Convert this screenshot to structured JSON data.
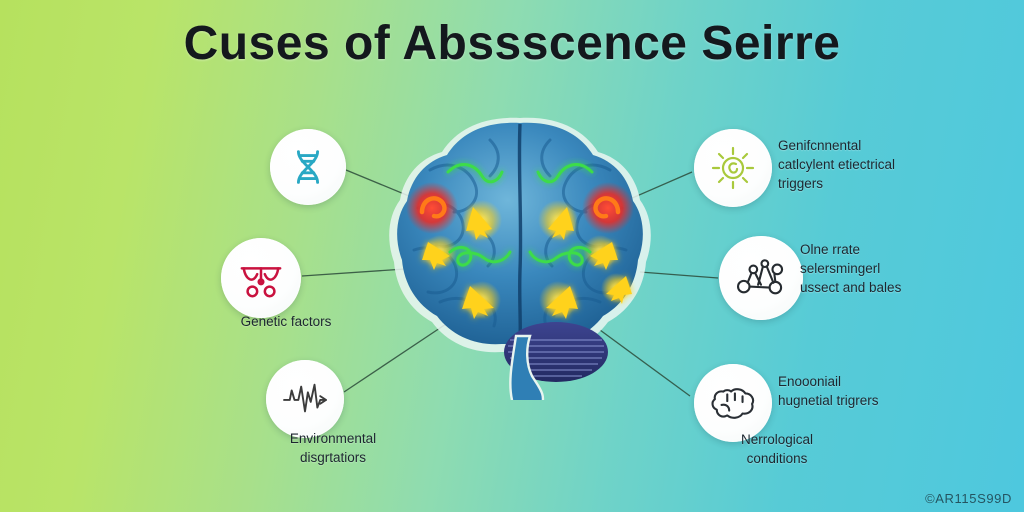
{
  "title": "Cuses of Abssscence Seirre",
  "watermark": "©AR115S99D",
  "background": {
    "left_color": "#b6e15e",
    "right_color": "#4ec8de",
    "description": "horizontal yellow-green to cyan gradient"
  },
  "center_graphic": {
    "name": "human-brain-illustration",
    "colors": {
      "cortex": "#2f7fb5",
      "cortex_dark": "#1b5c8f",
      "cerebellum": "#2d3277",
      "hotspot_red": "#e8302a",
      "arrow_yellow": "#ffd21a",
      "trace_green": "#3ddc4a"
    },
    "hotspots": 2,
    "arrows": 6,
    "squiggle_traces": 4
  },
  "nodes": [
    {
      "id": "dna",
      "icon": "dna-helix-icon",
      "icon_color": "#29a8c4",
      "label": "",
      "position": "top-left"
    },
    {
      "id": "genetic",
      "icon": "genetic-marker-icon",
      "icon_color": "#c9123f",
      "label": "Genetic factors",
      "position": "middle-left"
    },
    {
      "id": "environment",
      "icon": "eeg-waveform-icon",
      "icon_color": "#3c3c3c",
      "label": "Environmental\ndisgrtatiors",
      "label_line1": "Environmental",
      "label_line2": "disgrtatiors",
      "position": "bottom-left"
    },
    {
      "id": "sun",
      "icon": "sun-rays-icon",
      "icon_color": "#a9c93c",
      "label_line1": "Genifcnnental",
      "label_line2": "catlcylent etiectrical",
      "label_line3": "triggers",
      "position": "top-right"
    },
    {
      "id": "molecule",
      "icon": "molecule-network-icon",
      "icon_color": "#262b30",
      "label_line1": "Olne rrate",
      "label_line2": "selersmingerl",
      "label_line3": "ussect and bales",
      "position": "middle-right"
    },
    {
      "id": "brain-icon",
      "icon": "brain-outline-icon",
      "icon_color": "#2a2f35",
      "label_line1": "Enoooniail",
      "label_line2": "hugnetial trigrers",
      "position": "bottom-right"
    },
    {
      "id": "neurological",
      "icon": "",
      "label_line1": "Nerrological",
      "label_line2": "conditions",
      "position": "bottom-right-lower"
    }
  ]
}
